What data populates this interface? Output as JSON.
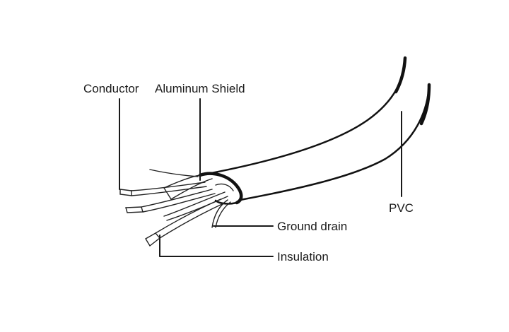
{
  "labels": {
    "conductor": "Conductor",
    "aluminum_shield": "Aluminum Shield",
    "pvc": "PVC",
    "ground_drain": "Ground drain",
    "insulation": "Insulation"
  },
  "colors": {
    "background": "#ffffff",
    "line": "#1a1a1a"
  }
}
